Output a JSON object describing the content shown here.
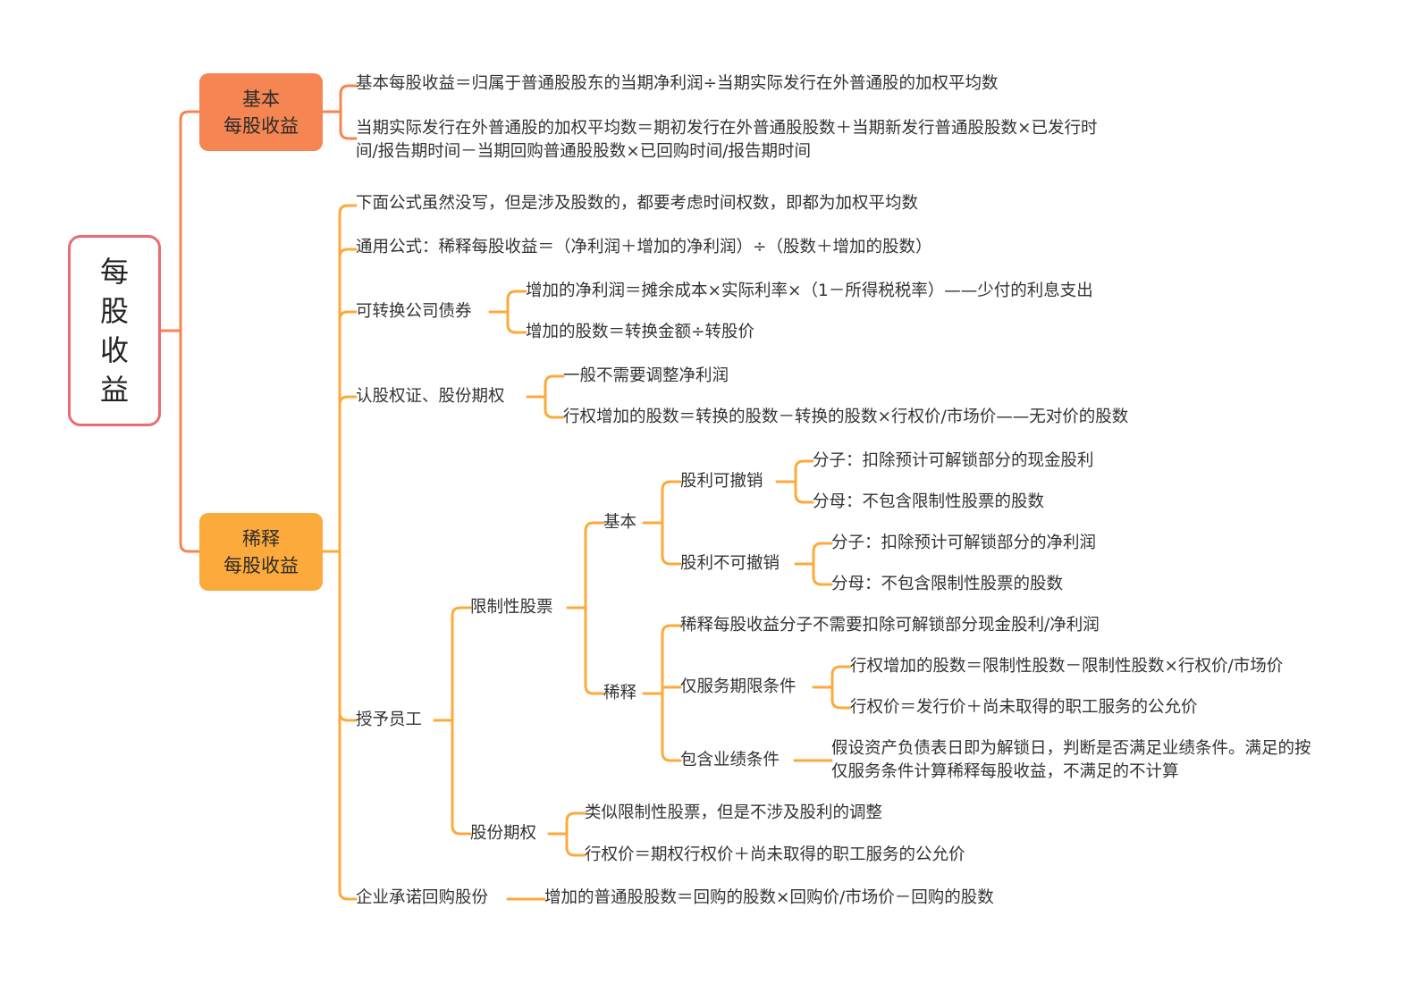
{
  "root": {
    "label": "每股收益"
  },
  "basic": {
    "label": "基本\n每股收益",
    "items": [
      "基本每股收益＝归属于普通股股东的当期净利润÷当期实际发行在外普通股的加权平均数",
      "当期实际发行在外普通股的加权平均数＝期初发行在外普通股股数＋当期新发行普通股股数×已发行时间/报告期时间－当期回购普通股股数×已回购时间/报告期时间"
    ]
  },
  "diluted": {
    "label": "稀释\n每股收益",
    "note": "下面公式虽然没写，但是涉及股数的，都要考虑时间权数，即都为加权平均数",
    "general": "通用公式：稀释每股收益＝（净利润＋增加的净利润）÷（股数＋增加的股数）",
    "convertible": {
      "label": "可转换公司债券",
      "items": [
        "增加的净利润＝摊余成本×实际利率×（1－所得税税率）——少付的利息支出",
        "增加的股数＝转换金额÷转股价"
      ]
    },
    "warrants": {
      "label": "认股权证、股份期权",
      "items": [
        "一般不需要调整净利润",
        "行权增加的股数＝转换的股数－转换的股数×行权价/市场价——无对价的股数"
      ]
    },
    "employees": {
      "label": "授予员工",
      "restricted": {
        "label": "限制性股票",
        "basic": {
          "label": "基本",
          "revocable": {
            "label": "股利可撤销",
            "items": [
              "分子：扣除预计可解锁部分的现金股利",
              "分母：不包含限制性股票的股数"
            ]
          },
          "irrevocable": {
            "label": "股利不可撤销",
            "items": [
              "分子：扣除预计可解锁部分的净利润",
              "分母：不包含限制性股票的股数"
            ]
          }
        },
        "diluted": {
          "label": "稀释",
          "note": "稀释每股收益分子不需要扣除可解锁部分现金股利/净利润",
          "service": {
            "label": "仅服务期限条件",
            "items": [
              "行权增加的股数＝限制性股数－限制性股数×行权价/市场价",
              "行权价＝发行价＋尚未取得的职工服务的公允价"
            ]
          },
          "performance": {
            "label": "包含业绩条件",
            "text": "假设资产负债表日即为解锁日，判断是否满足业绩条件。满足的按仅服务条件计算稀释每股收益，不满足的不计算"
          }
        }
      },
      "options": {
        "label": "股份期权",
        "items": [
          "类似限制性股票，但是不涉及股利的调整",
          "行权价＝期权行权价＋尚未取得的职工服务的公允价"
        ]
      }
    },
    "buyback": {
      "label": "企业承诺回购股份",
      "text": "增加的普通股股数＝回购的股数×回购价/市场价－回购的股数"
    }
  },
  "colors": {
    "root_border": "#ec6b73",
    "basic_fill": "#f58552",
    "diluted_fill": "#fdaa3c",
    "line": "#fdaa3c"
  }
}
